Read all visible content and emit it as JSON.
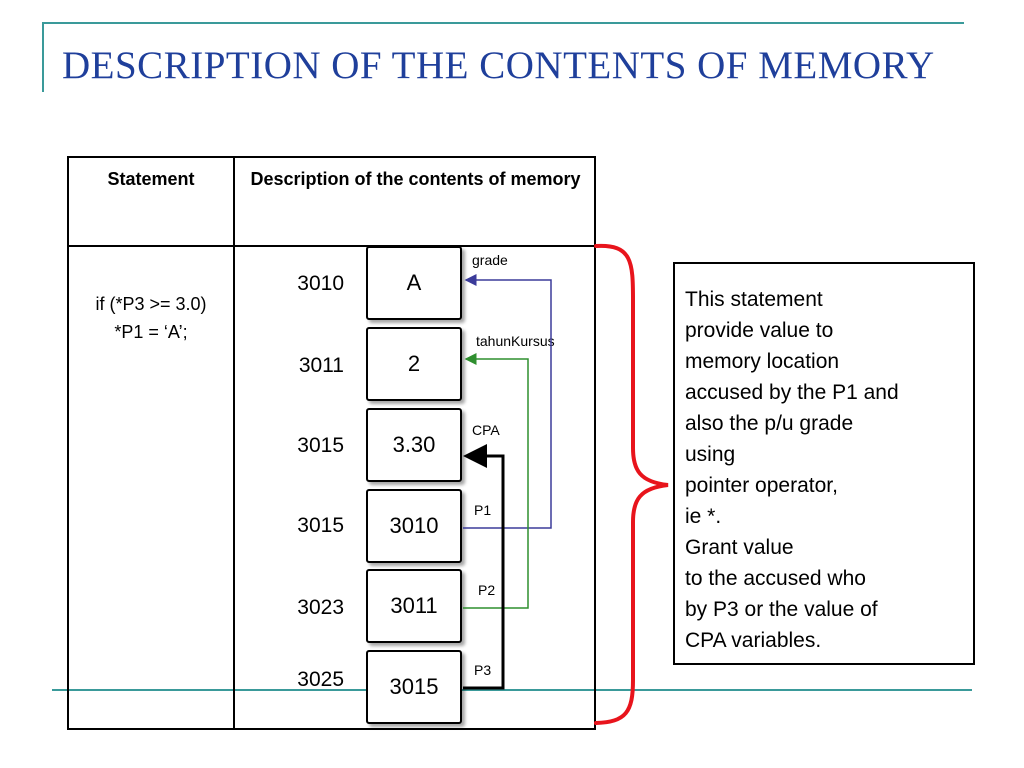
{
  "title": "DESCRIPTION OF THE CONTENTS OF MEMORY",
  "table": {
    "col_statement": "Statement",
    "col_description": "Description of the contents of memory",
    "statement_lines": [
      "if (*P3 >= 3.0)",
      "*P1 = ‘A’;"
    ]
  },
  "memory": [
    {
      "address": "3010",
      "value": "A",
      "label": "grade"
    },
    {
      "address": "3011",
      "value": "2",
      "label": "tahunKursus"
    },
    {
      "address": "3015",
      "value": "3.30",
      "label": "CPA"
    },
    {
      "address": "3015",
      "value": "3010",
      "label": "P1"
    },
    {
      "address": "3023",
      "value": "3011",
      "label": "P2"
    },
    {
      "address": "3025",
      "value": "3015",
      "label": "P3"
    }
  ],
  "note_lines": [
    "This statement",
    "provide value to",
    "memory location",
    "accused by the P1 and",
    "also the p/u grade",
    "using",
    "pointer operator,",
    "ie *.",
    "Grant value",
    "to the accused who",
    "by P3 or the value of",
    "CPA variables."
  ],
  "colors": {
    "title": "#1f3f9b",
    "frame": "#3a9a9a",
    "brace": "#e8141c",
    "arrow_p1": "#3b3b9a",
    "arrow_p2": "#2f8f2f",
    "arrow_p3": "#000000"
  }
}
